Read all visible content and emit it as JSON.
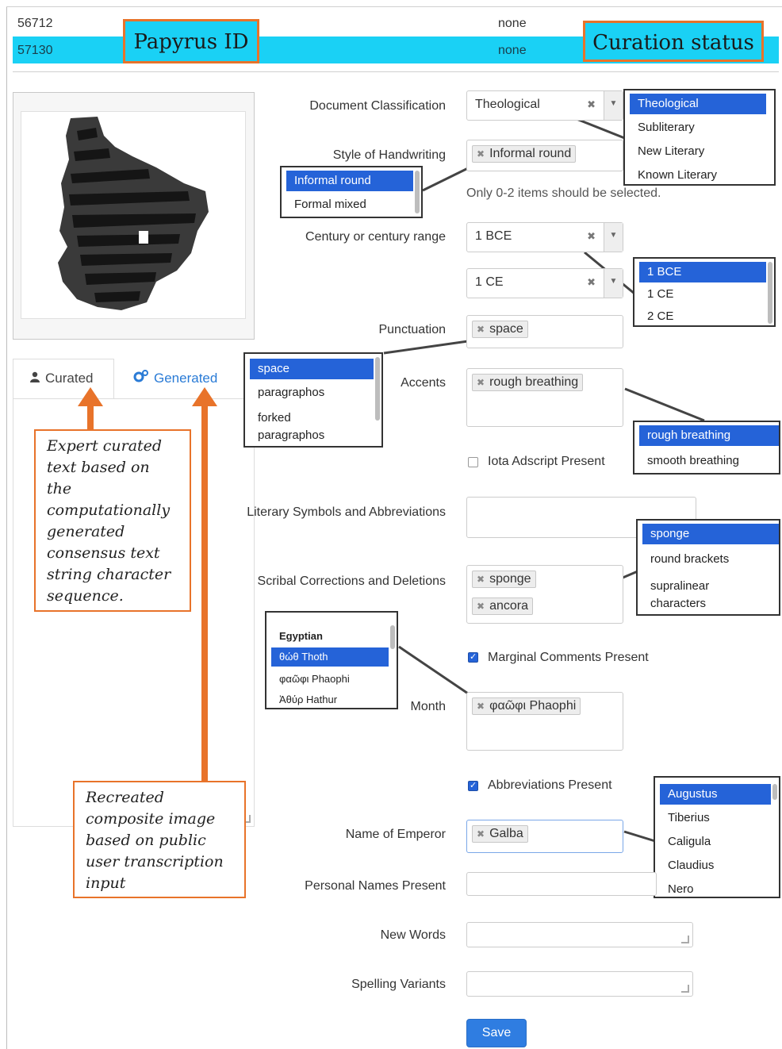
{
  "table": {
    "rows": [
      {
        "id": "56712",
        "status": "none"
      },
      {
        "id": "57130",
        "status": "none"
      }
    ]
  },
  "callouts": {
    "papyrus_id": "Papyrus ID",
    "curation_status": "Curation status",
    "note_curated": "Expert curated text based on the computationally generated consensus text string character sequence.",
    "note_recreated": "Recreated composite image based on public user transcription input"
  },
  "tabs": {
    "curated": "Curated",
    "generated": "Generated"
  },
  "form": {
    "document_classification": {
      "label": "Document Classification",
      "value": "Theological",
      "options": [
        "Theological",
        "Subliterary",
        "New Literary",
        "Known Literary"
      ]
    },
    "style_of_handwriting": {
      "label": "Style of Handwriting",
      "chips": [
        "Informal round"
      ],
      "options": [
        "Informal round",
        "Formal mixed"
      ],
      "hint": "Only 0-2 items should be selected."
    },
    "century": {
      "label": "Century or century range",
      "value_from": "1 BCE",
      "value_to": "1 CE",
      "options": [
        "1 BCE",
        "1 CE",
        "2 CE"
      ]
    },
    "punctuation": {
      "label": "Punctuation",
      "chips": [
        "space"
      ],
      "options": [
        "space",
        "paragraphos",
        "forked paragraphos"
      ]
    },
    "accents": {
      "label": "Accents",
      "chips": [
        "rough breathing"
      ],
      "options": [
        "rough breathing",
        "smooth breathing"
      ]
    },
    "iota_adscript": {
      "label": "Iota Adscript Present",
      "checked": false
    },
    "literary_symbols": {
      "label": "Literary Symbols and Abbreviations"
    },
    "scribal_corrections": {
      "label": "Scribal Corrections and Deletions",
      "chips": [
        "sponge",
        "ancora"
      ],
      "options": [
        "sponge",
        "round brackets",
        "supralinear characters"
      ]
    },
    "marginal_comments": {
      "label": "Marginal Comments Present",
      "checked": true
    },
    "month": {
      "label": "Month",
      "chips": [
        "φαῶφι Phaophi"
      ],
      "group": "Egyptian",
      "options": [
        "θώθ Thoth",
        "φαῶφι Phaophi",
        "Ἀθύρ Hathur"
      ]
    },
    "abbreviations_present": {
      "label": "Abbreviations Present",
      "checked": true
    },
    "name_of_emperor": {
      "label": "Name of Emperor",
      "chips": [
        "Galba"
      ],
      "options": [
        "Augustus",
        "Tiberius",
        "Caligula",
        "Claudius",
        "Nero"
      ]
    },
    "personal_names": {
      "label": "Personal Names Present"
    },
    "new_words": {
      "label": "New Words"
    },
    "spelling_variants": {
      "label": "Spelling Variants"
    },
    "save_label": "Save"
  },
  "colors": {
    "selected_row": "#1ad1f5",
    "accent": "#2563d8",
    "callout_orange": "#e8732a",
    "save_button": "#2f7de1"
  }
}
